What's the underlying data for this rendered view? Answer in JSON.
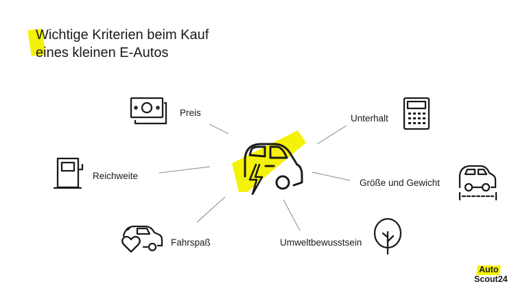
{
  "title": {
    "line1": "Wichtige Kriterien beim Kauf",
    "line2": "eines kleinen E-Autos"
  },
  "center_icon": "electric-car-icon",
  "criteria": [
    {
      "id": "preis",
      "label": "Preis",
      "icon": "banknotes-icon"
    },
    {
      "id": "reichweite",
      "label": "Reichweite",
      "icon": "fuel-pump-icon"
    },
    {
      "id": "fahrspass",
      "label": "Fahrspaß",
      "icon": "car-heart-icon"
    },
    {
      "id": "unterhalt",
      "label": "Unterhalt",
      "icon": "calculator-icon"
    },
    {
      "id": "groesse",
      "label": "Größe und Gewicht",
      "icon": "car-dimensions-icon"
    },
    {
      "id": "umwelt",
      "label": "Umweltbewusstsein",
      "icon": "tree-icon"
    }
  ],
  "logo": {
    "line1": "Auto",
    "line2": "Scout24"
  },
  "colors": {
    "accent": "#f5f20a",
    "ink": "#1a1a1a",
    "connector": "#9a9a9a"
  }
}
